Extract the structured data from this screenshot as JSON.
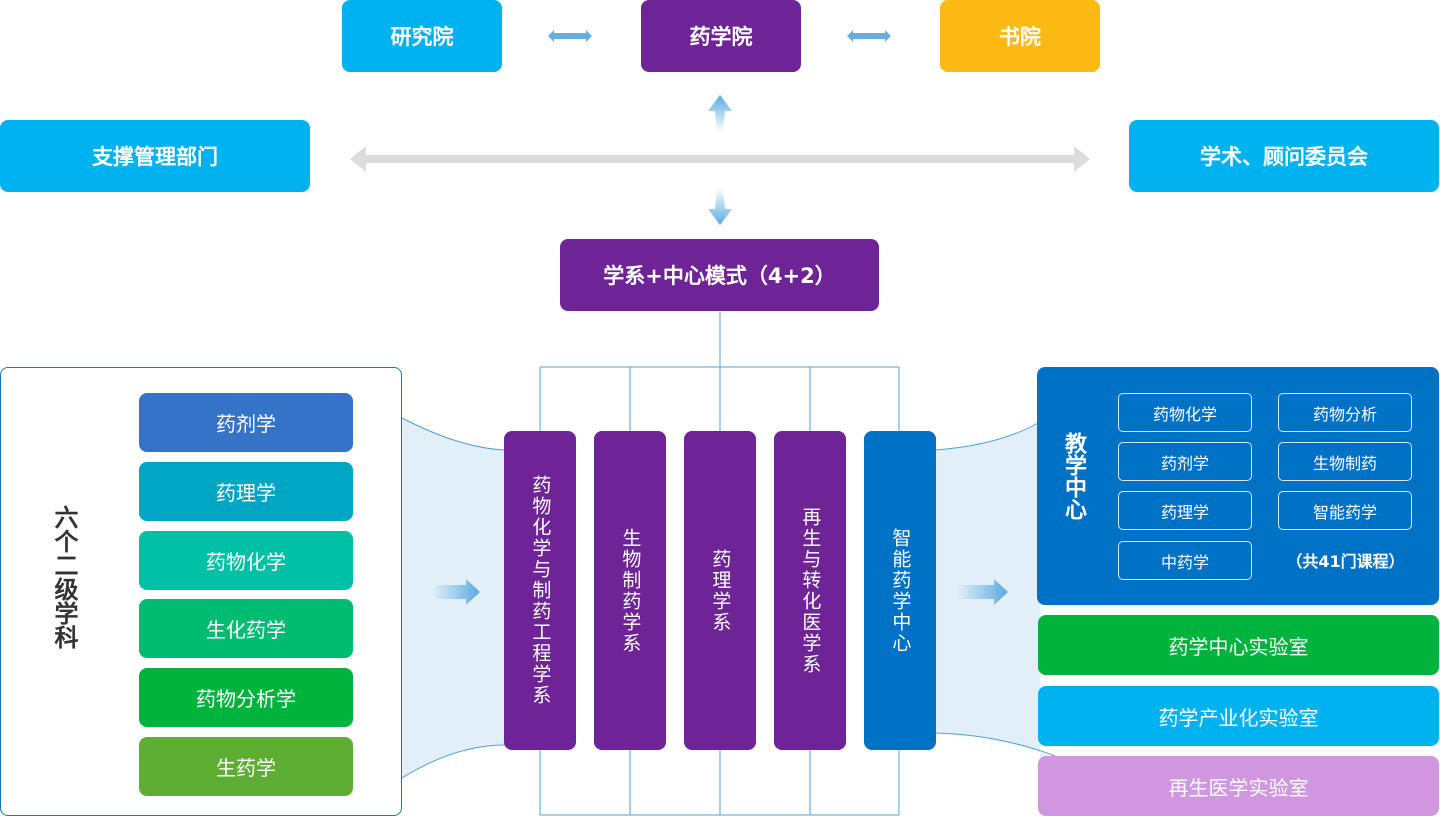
{
  "top_row": {
    "left": {
      "label": "研究院",
      "color": "#00b3f0"
    },
    "center": {
      "label": "药学院",
      "color": "#6e2496"
    },
    "right": {
      "label": "书院",
      "color": "#fdb913"
    }
  },
  "middle_row": {
    "left": {
      "label": "支撑管理部门",
      "color": "#00b3f0"
    },
    "right": {
      "label": "学术、顾问委员会",
      "color": "#00b3f0"
    }
  },
  "model": {
    "label": "学系+中心模式（4+2）",
    "color": "#6e2496"
  },
  "disciplines": {
    "title": "六个二级学科",
    "items": [
      {
        "label": "药剂学",
        "color": "#3573c9"
      },
      {
        "label": "药理学",
        "color": "#00a6c4"
      },
      {
        "label": "药物化学",
        "color": "#00c0a6"
      },
      {
        "label": "生化药学",
        "color": "#00bb72"
      },
      {
        "label": "药物分析学",
        "color": "#00b33c"
      },
      {
        "label": "生药学",
        "color": "#5dae33"
      }
    ]
  },
  "departments": [
    {
      "label": "药物化学与制药工程学系",
      "color": "#6e2496"
    },
    {
      "label": "生物制药学系",
      "color": "#6e2496"
    },
    {
      "label": "药理学系",
      "color": "#6e2496"
    },
    {
      "label": "再生与转化医学系",
      "color": "#6e2496"
    },
    {
      "label": "智能药学中心",
      "color": "#0072c6"
    }
  ],
  "teaching_center": {
    "title": "教学中心",
    "color": "#0072c6",
    "courses": [
      "药物化学",
      "药物分析",
      "药剂学",
      "生物制药",
      "药理学",
      "智能药学",
      "中药学"
    ],
    "note": "（共41门课程）"
  },
  "labs": [
    {
      "label": "药学中心实验室",
      "color": "#00b33c"
    },
    {
      "label": "药学产业化实验室",
      "color": "#00b3f0"
    },
    {
      "label": "再生医学实验室",
      "color": "#d097e0"
    }
  ],
  "colors": {
    "connector": "#4ea3d8",
    "funnel": "#e2eff8",
    "grey_arrow": "#dcdcdc",
    "panel_border": "#1b75bb"
  }
}
